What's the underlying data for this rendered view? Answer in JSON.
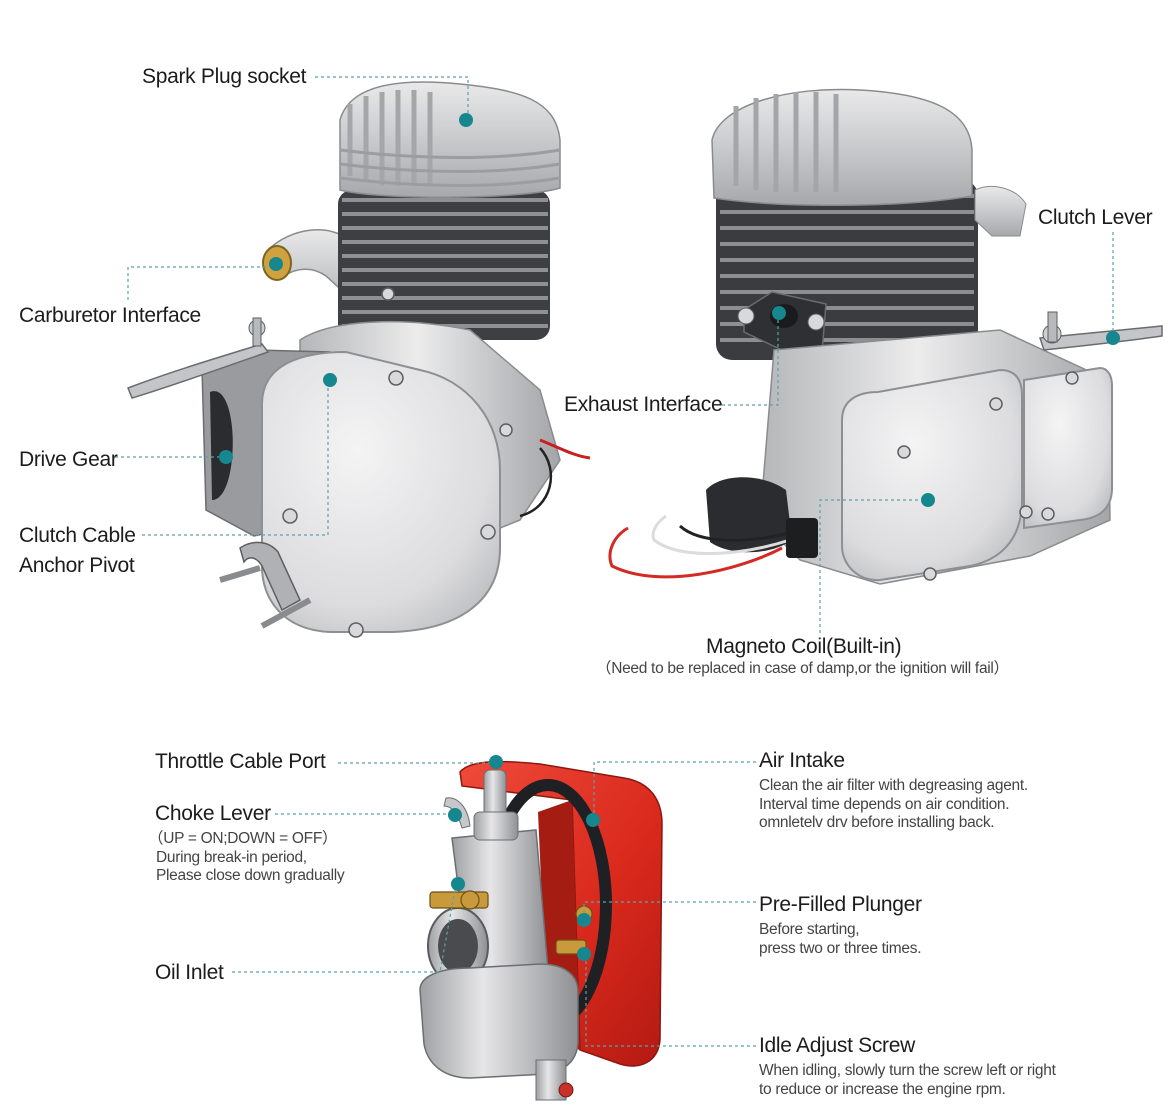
{
  "labels": {
    "spark_plug_socket": "Spark Plug socket",
    "carburetor_interface": "Carburetor Interface",
    "drive_gear": "Drive Gear",
    "clutch_cable_anchor_pivot": [
      "Clutch Cable",
      "Anchor Pivot"
    ],
    "clutch_lever": "Clutch Lever",
    "exhaust_interface": "Exhaust Interface",
    "magneto_coil": "Magneto Coil(Built-in)",
    "magneto_coil_note": "（Need to be replaced in case of damp,or the ignition will fail）",
    "throttle_cable_port": "Throttle Cable Port",
    "choke_lever": "Choke Lever",
    "choke_lever_notes": [
      "（UP = ON;DOWN = OFF）",
      "During break-in period,",
      "Please close down gradually"
    ],
    "oil_inlet": "Oil Inlet",
    "air_intake": "Air Intake",
    "air_intake_notes": [
      "Clean the air filter with degreasing agent.",
      "Interval time depends on air condition.",
      "omnletelv drv before installing back."
    ],
    "pre_filled_plunger": "Pre-Filled Plunger",
    "pre_filled_plunger_notes": [
      "Before starting,",
      "press two or three times."
    ],
    "idle_adjust_screw": "Idle Adjust Screw",
    "idle_adjust_screw_notes": [
      "When idling, slowly turn the screw left or right",
      "to reduce or increase the engine rpm."
    ]
  },
  "colors": {
    "marker_dot": "#16868f",
    "leader_line": "#5aa2a8",
    "carb_cover": "#d8281c",
    "metal": "#c8c9cb"
  }
}
